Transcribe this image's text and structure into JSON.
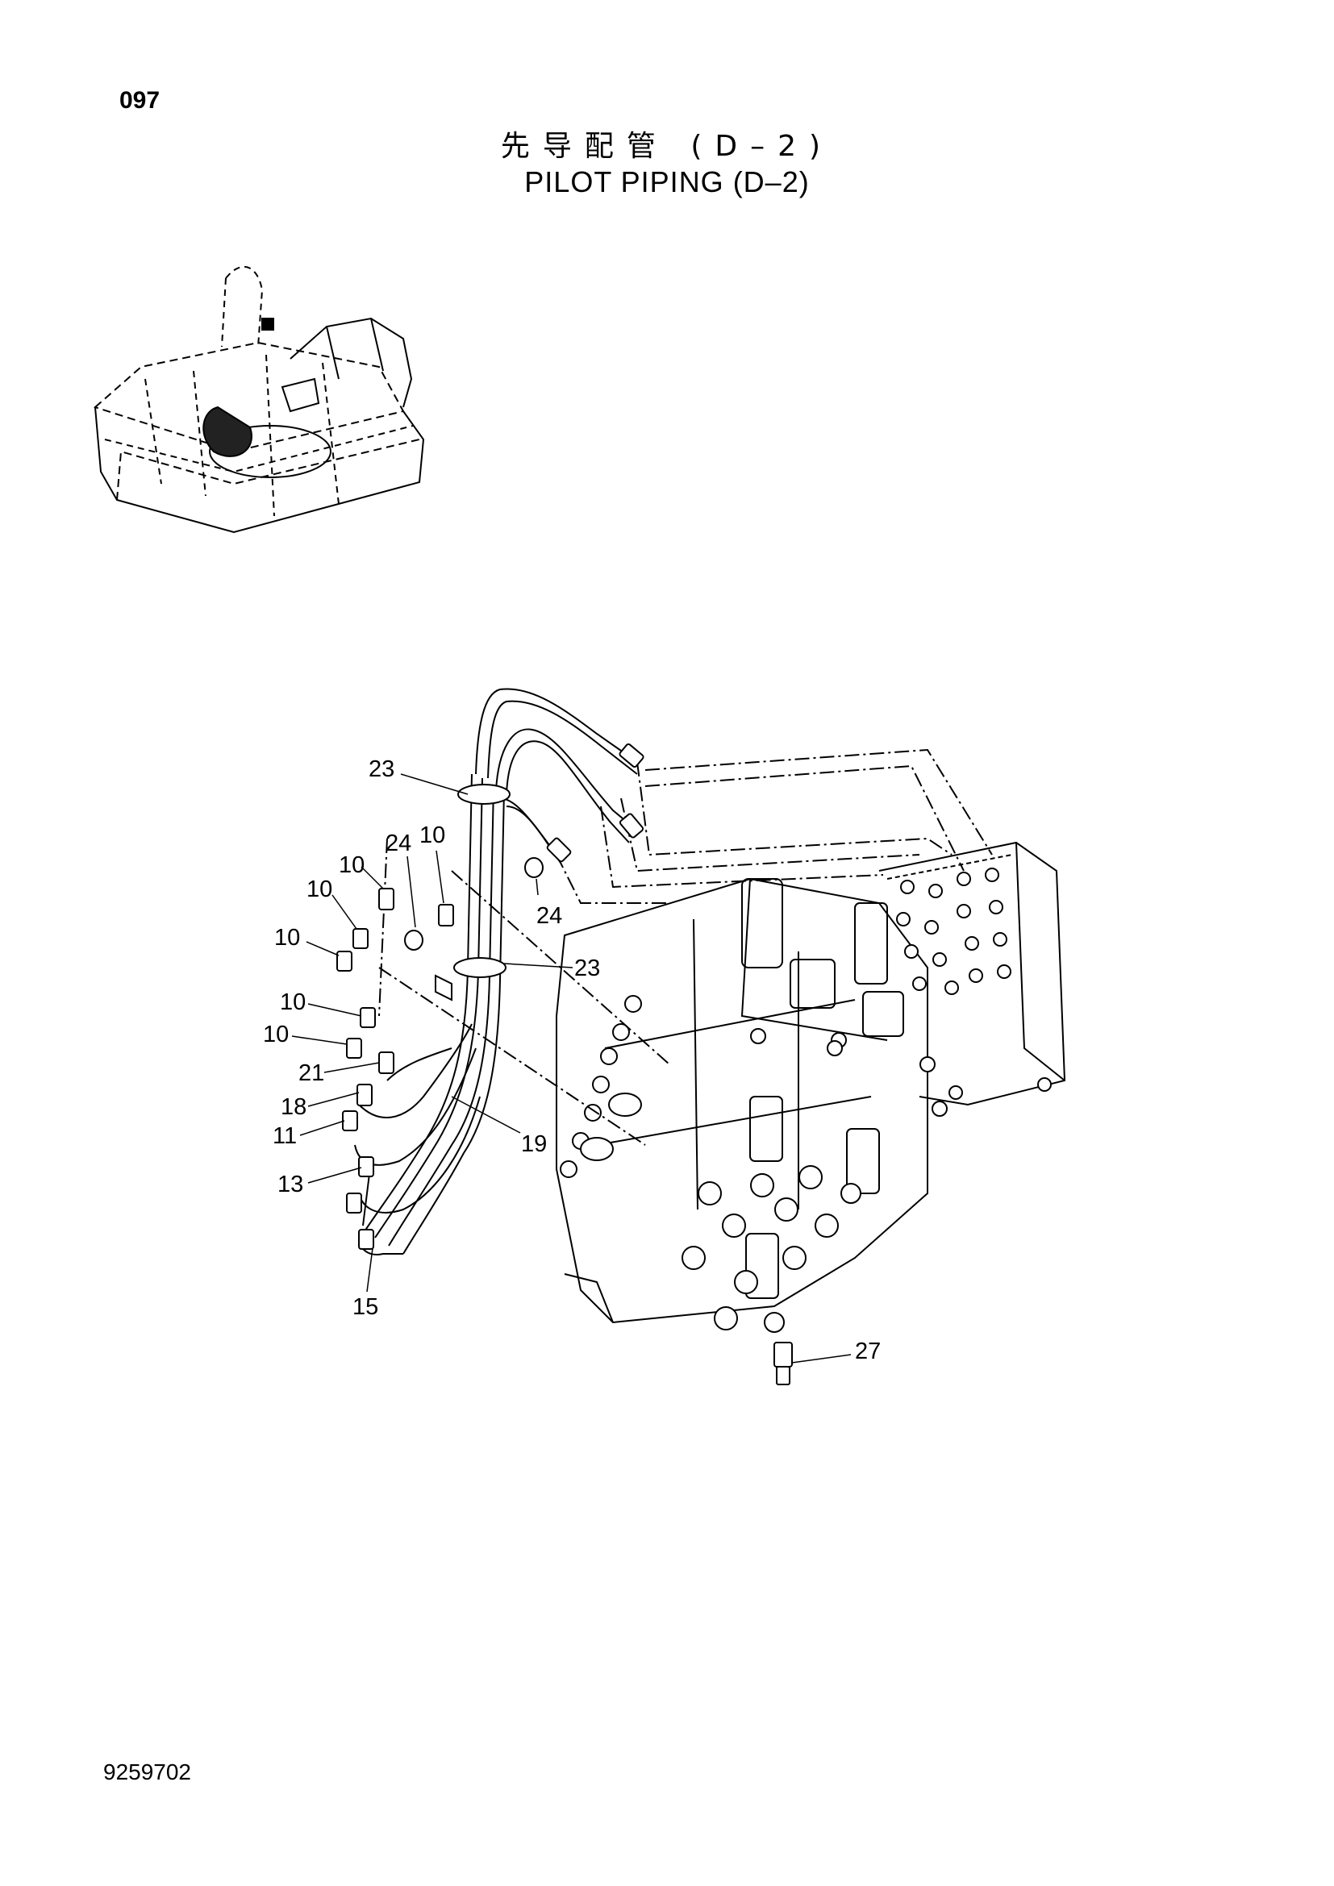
{
  "header": {
    "page_number": "097",
    "title_cn": "先导配管 (D–2)",
    "title_en": "PILOT PIPING (D–2)"
  },
  "footer": {
    "document_number": "9259702"
  },
  "callouts": {
    "c23a": "23",
    "c24a": "24",
    "c10a": "10",
    "c10b": "10",
    "c10c": "10",
    "c10d": "10",
    "c24b": "24",
    "c23b": "23",
    "c10e": "10",
    "c10f": "10",
    "c21": "21",
    "c18": "18",
    "c11": "11",
    "c19": "19",
    "c13": "13",
    "c15": "15",
    "c27": "27"
  }
}
